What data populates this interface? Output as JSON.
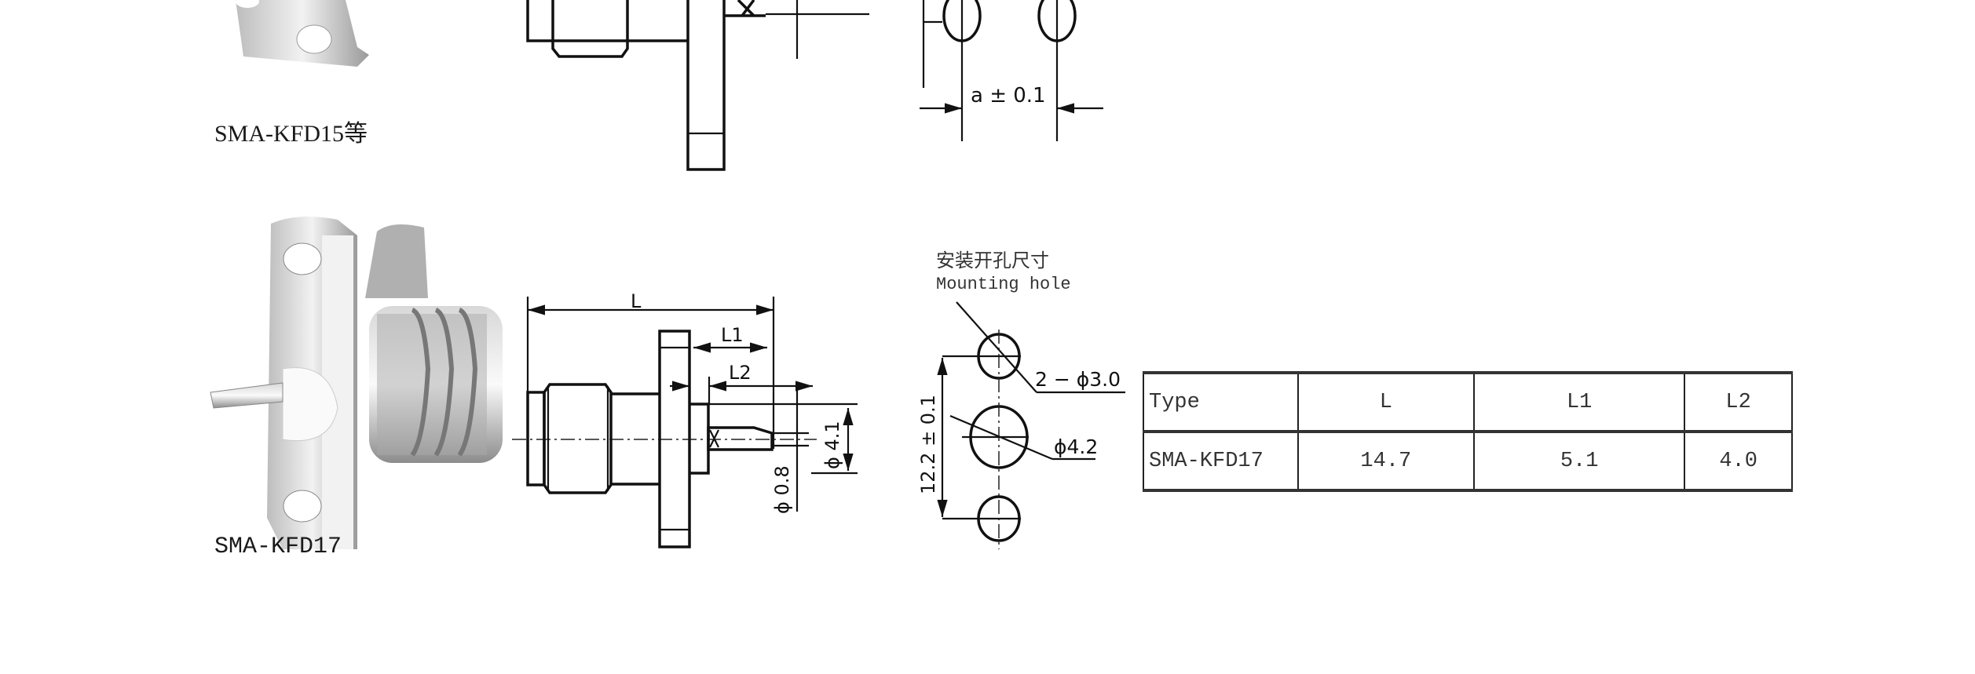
{
  "products": [
    {
      "label": "SMA-KFD15等",
      "drawing": {
        "hole_pitch_label": "a ± 0.1"
      }
    },
    {
      "label": "SMA-KFD17",
      "drawing": {
        "dim_L": "L",
        "dim_L1": "L1",
        "dim_L2": "L2",
        "dia_pin": "ϕ 0.8",
        "dia_body": "ϕ 4.1"
      },
      "mounting": {
        "title_cn": "安装开孔尺寸",
        "title_en": "Mounting hole",
        "small_holes": "2 − ϕ3.0",
        "center_hole": "ϕ4.2",
        "pitch": "12.2 ± 0.1"
      }
    }
  ],
  "table": {
    "headers": [
      "Type",
      "L",
      "L1",
      "L2"
    ],
    "rows": [
      [
        "SMA-KFD17",
        "14.7",
        "5.1",
        "4.0"
      ]
    ]
  }
}
